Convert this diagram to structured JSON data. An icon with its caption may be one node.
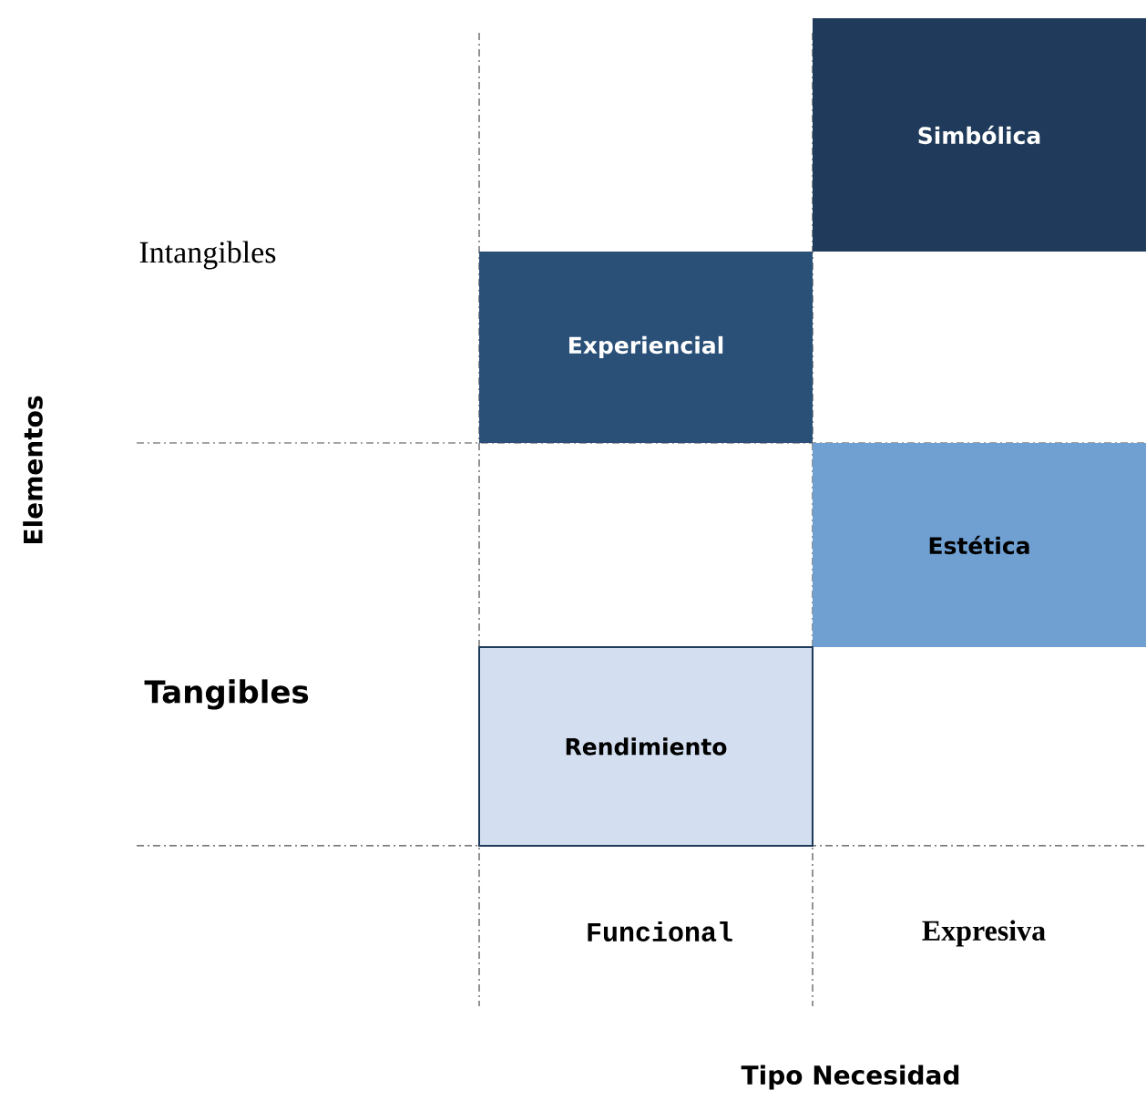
{
  "diagram": {
    "nodes": [
      {
        "text": [
          "Simbólica"
        ]
      },
      {
        "text": [
          "Experiencial"
        ]
      },
      {
        "text": [
          "Estética"
        ]
      },
      {
        "text": [
          "Rendimiento"
        ]
      }
    ],
    "labels": [
      "Intangibles",
      "Elementos",
      "Tangibles",
      "Funcional",
      "Expresiva",
      "Tipo Necesidad"
    ]
  }
}
